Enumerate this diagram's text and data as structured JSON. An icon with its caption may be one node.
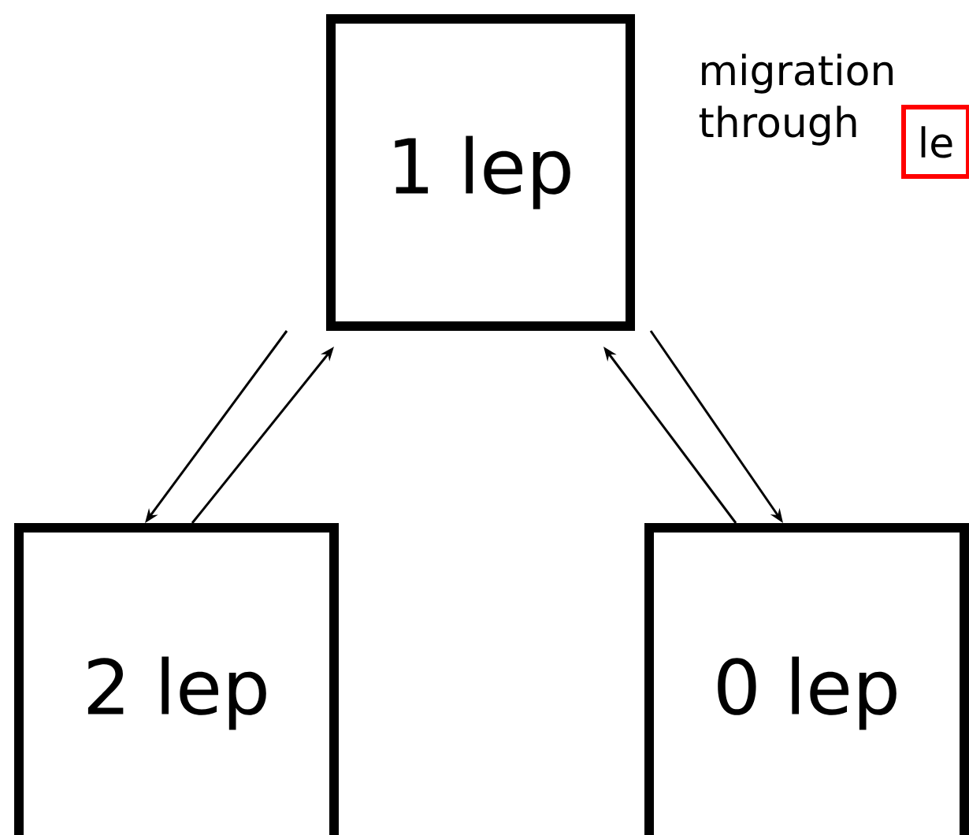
{
  "diagram": {
    "nodes": [
      {
        "text": [
          "1 lep"
        ]
      },
      {
        "text": [
          "2 lep"
        ]
      },
      {
        "text": [
          "0 lep"
        ]
      },
      {
        "text": [
          "le"
        ]
      }
    ],
    "edges": [
      {
        "from": 0,
        "to": 1,
        "arrow": "to"
      },
      {
        "from": 1,
        "to": 0,
        "arrow": "to"
      },
      {
        "from": 2,
        "to": 0,
        "arrow": "to"
      },
      {
        "from": 0,
        "to": 2,
        "arrow": "to"
      }
    ],
    "labels": [
      "migration through"
    ]
  }
}
